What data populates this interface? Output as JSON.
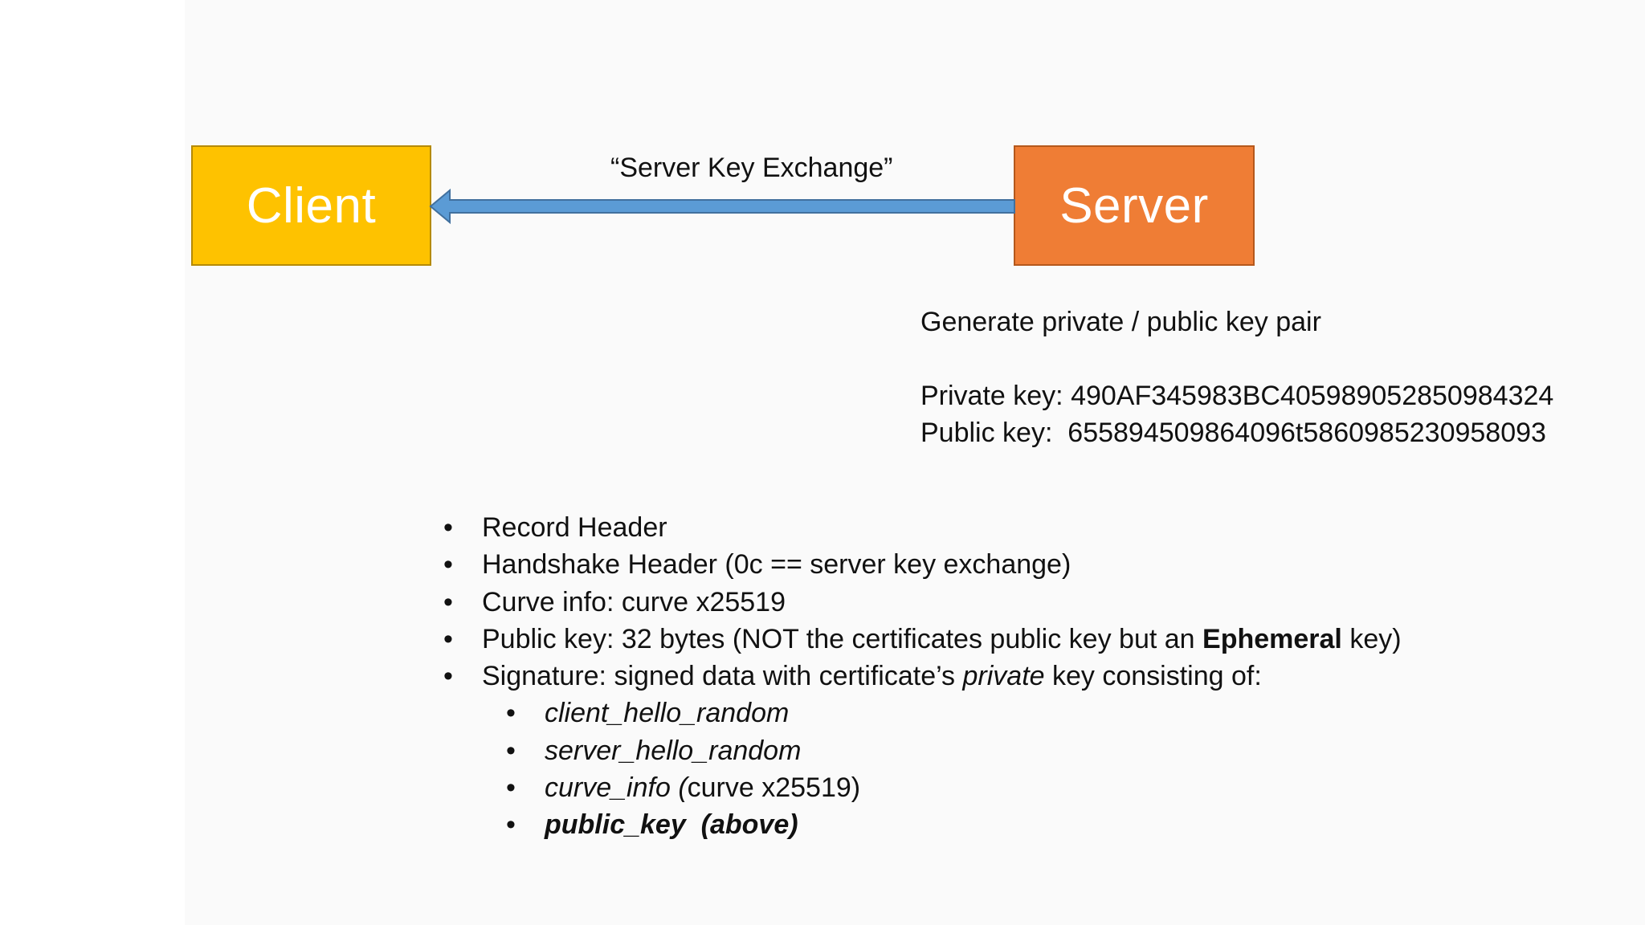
{
  "diagram": {
    "client": {
      "label": "Client",
      "color": "#fec200"
    },
    "server": {
      "label": "Server",
      "color": "#ef7d35"
    },
    "message": {
      "label": "“Server Key Exchange”",
      "arrow_color": "#5b9bd5",
      "direction": "server-to-client"
    },
    "keygen": {
      "title": "Generate private / public key pair",
      "private_key": "Private key: 490AF345983BC405989052850984324",
      "public_key": "Public key:  655894509864096t5860985230958093"
    }
  },
  "bullets": {
    "b1": "Record Header",
    "b2": "Handshake Header (0c == server key exchange)",
    "b3": "Curve info: curve x25519",
    "b4": {
      "pre": "Public key: 32 bytes (NOT the certificates public key but an ",
      "bold": "Ephemeral",
      "post": " key)"
    },
    "b5": {
      "pre": "Signature: signed data with certificate’s ",
      "italic": "private",
      "post": " key consisting of:"
    },
    "sub1": "client_hello_random",
    "sub2": "server_hello_random",
    "sub3": {
      "italic": "curve_info (",
      "rest": "curve x25519)"
    },
    "sub4": "public_key  (above)"
  },
  "bullet_glyph": "•"
}
